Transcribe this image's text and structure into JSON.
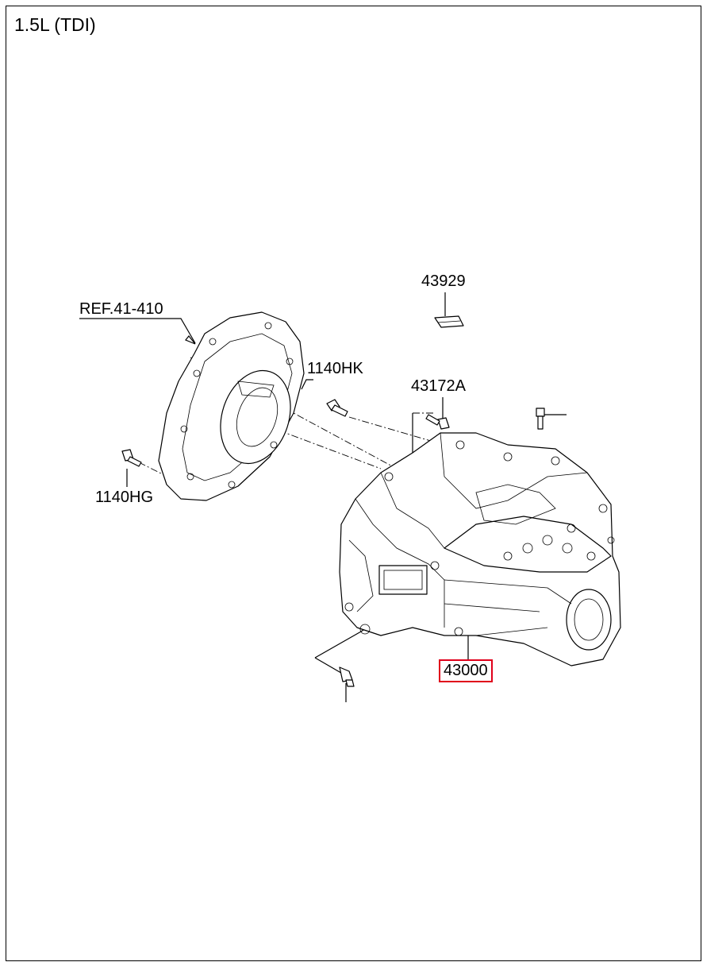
{
  "diagram": {
    "title": "1.5L (TDI)",
    "labels": {
      "ref": "REF.41-410",
      "p43929": "43929",
      "p1140hk": "1140HK",
      "p43172a": "43172A",
      "p1140hg": "1140HG",
      "p43000": "43000"
    },
    "colors": {
      "line": "#000000",
      "highlight": "#e0001b",
      "background": "#ffffff"
    }
  }
}
